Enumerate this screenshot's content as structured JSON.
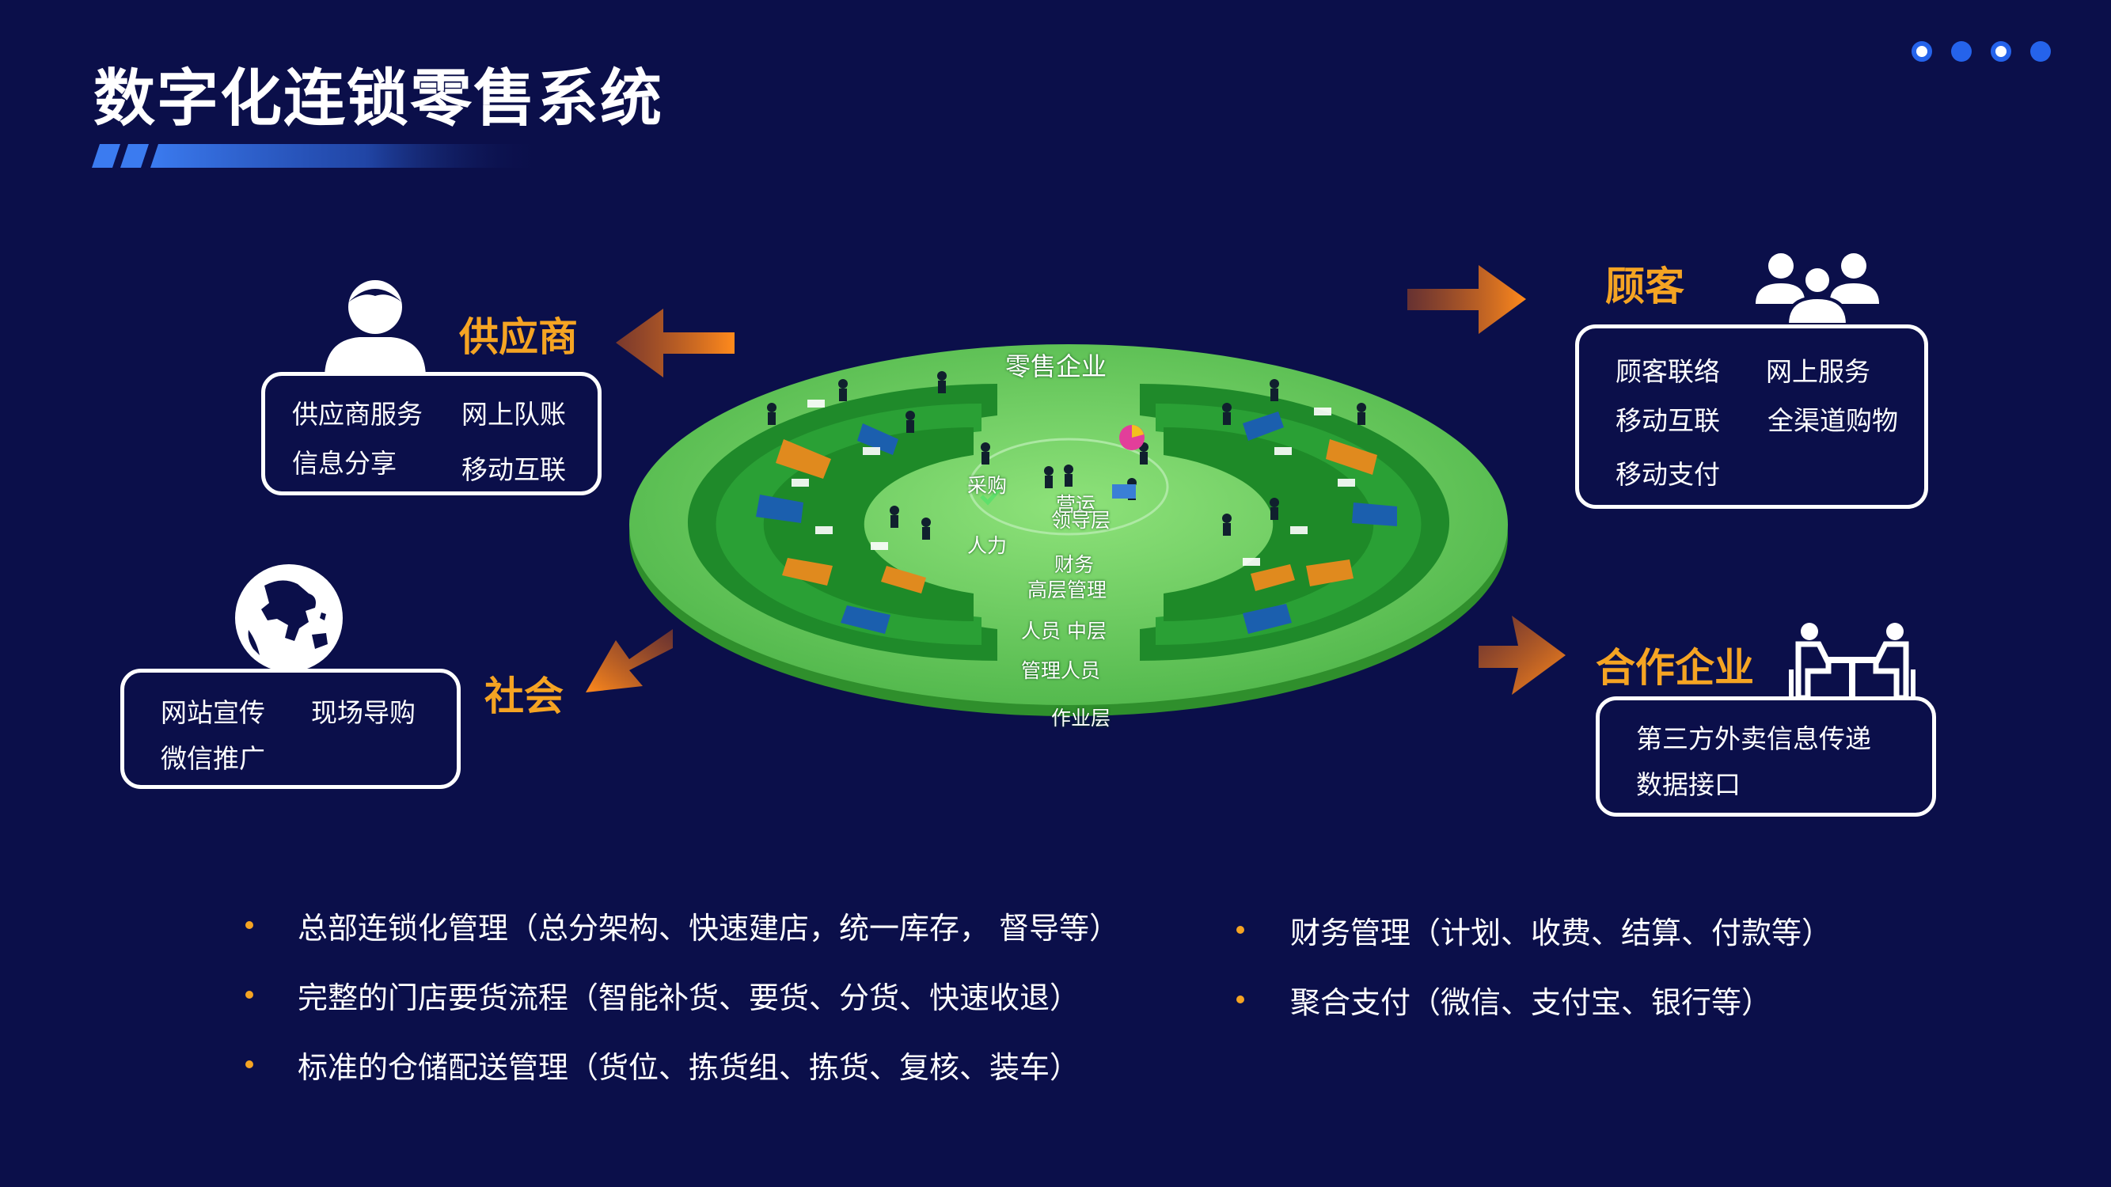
{
  "header": {
    "title": "数字化连锁零售系统"
  },
  "pager": {
    "dots": 4
  },
  "colors": {
    "background": "#0b0f4a",
    "accent": "#f5a423",
    "brand_blue": "#2563eb",
    "platter_green": "#5ec35e"
  },
  "supplier": {
    "title": "供应商",
    "items": [
      "供应商服务",
      "网上队账",
      "信息分享",
      "移动互联"
    ]
  },
  "society": {
    "title": "社会",
    "items": [
      "网站宣传",
      "现场导购",
      "微信推广"
    ]
  },
  "customer": {
    "title": "顾客",
    "items": [
      "顾客联络",
      "网上服务",
      "移动互联",
      "全渠道购物",
      "移动支付"
    ]
  },
  "partner": {
    "title": "合作企业",
    "items": [
      "第三方外卖信息传递",
      "数据接口"
    ]
  },
  "platter": {
    "title": "零售企业",
    "labels": [
      "采购",
      "营运",
      "领导层",
      "人力",
      "财务",
      "高层管理",
      "人员 中层",
      "管理人员",
      "作业层"
    ]
  },
  "bullets_left": [
    "总部连锁化管理（总分架构、快速建店，统一库存，  督导等）",
    "完整的门店要货流程（智能补货、要货、分货、快速收退）",
    "标准的仓储配送管理（货位、拣货组、拣货、复核、装车）"
  ],
  "bullets_right": [
    "财务管理（计划、收费、结算、付款等）",
    "聚合支付（微信、支付宝、银行等）"
  ]
}
